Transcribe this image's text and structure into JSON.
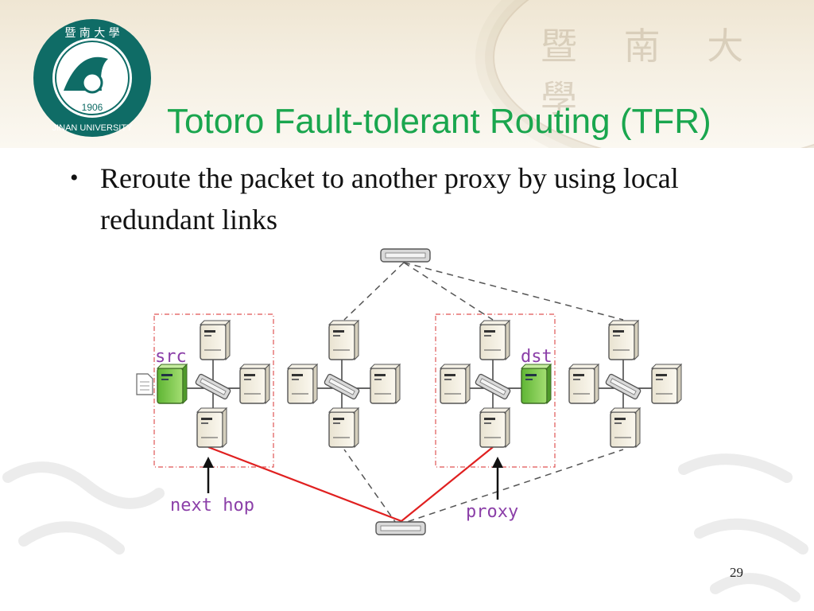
{
  "slide": {
    "title": "Totoro Fault-tolerant Routing (TFR)",
    "bullets": [
      "Reroute the packet to another proxy by using local redundant links"
    ],
    "page_number": "29"
  },
  "logo": {
    "year": "1906",
    "text": "JINAN UNIVERSITY"
  },
  "diagram": {
    "labels": {
      "src": "src",
      "dst": "dst",
      "next_hop": "next hop",
      "proxy": "proxy"
    },
    "colors": {
      "label": "#8b3fa8",
      "path": "#e02020",
      "group_box": "#e05555",
      "highlight_server": "#7cc84a",
      "server": "#f2eee2"
    }
  }
}
